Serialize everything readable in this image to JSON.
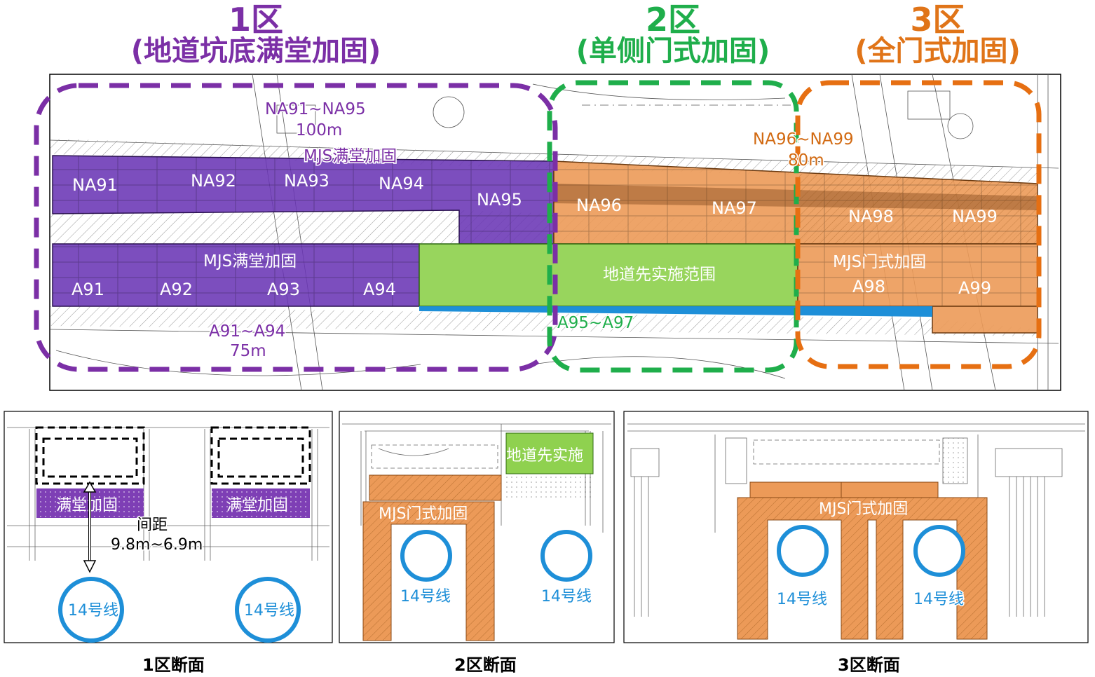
{
  "zones": [
    {
      "num": "1区",
      "name": "(地道坑底满堂加固)",
      "color": "#7b2fa6"
    },
    {
      "num": "2区",
      "name": "(单侧门式加固)",
      "color": "#1fae4b"
    },
    {
      "num": "3区",
      "name": "(全门式加固)",
      "color": "#e07418"
    }
  ],
  "plan": {
    "na_segments": [
      "NA91",
      "NA92",
      "NA93",
      "NA94",
      "NA95",
      "NA96",
      "NA97",
      "NA98",
      "NA99"
    ],
    "a_segments": [
      "A91",
      "A92",
      "A93",
      "A94",
      "A98",
      "A99"
    ],
    "range_na91_95": "NA91~NA95",
    "len_na91_95": "100m",
    "mjs_full_top": "MJS满堂加固",
    "range_na96_99": "NA96~NA99",
    "len_na96_99": "80m",
    "mjs_full_bottom": "MJS满堂加固",
    "tunnel_first": "地道先实施范围",
    "mjs_gate": "MJS门式加固",
    "range_a95_97": "A95~A97",
    "range_a91_94": "A91~A94",
    "len_a91_94": "75m"
  },
  "sections": {
    "s1": {
      "full_reinforce": "满堂加固",
      "spacing_label": "间距",
      "spacing_value": "9.8m~6.9m",
      "line": "14号线",
      "caption": "1区断面"
    },
    "s2": {
      "tunnel_first": "地道先实施",
      "mjs_gate": "MJS门式加固",
      "line": "14号线",
      "caption": "2区断面"
    },
    "s3": {
      "mjs_gate": "MJS门式加固",
      "line": "14号线",
      "caption": "3区断面"
    }
  },
  "colors": {
    "purple": "#6a36b5",
    "green": "#8fd14f",
    "orange": "#ec9a58",
    "blue": "#1e8fd8",
    "dash_purple": "#7b2fa6",
    "dash_green": "#1fae4b",
    "dash_orange": "#e66f12"
  }
}
